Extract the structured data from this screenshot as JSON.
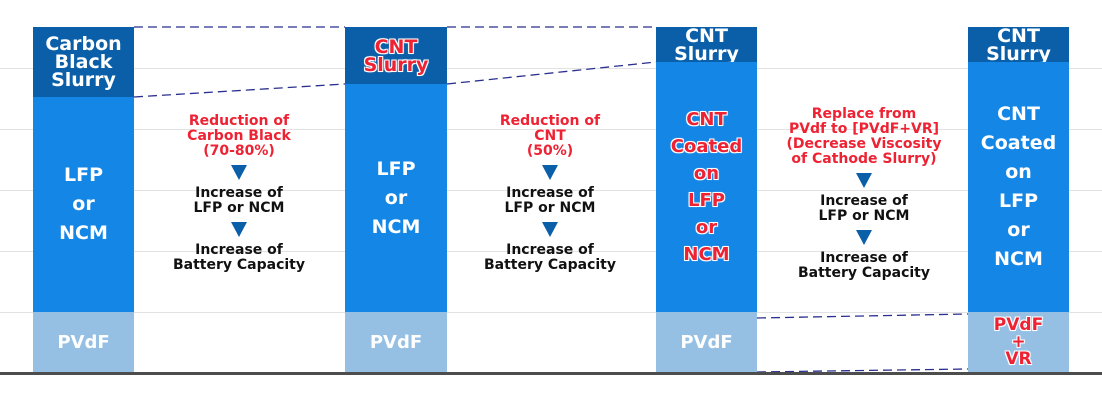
{
  "columns": [
    {
      "top": [
        "Carbon",
        "Black",
        "Slurry"
      ],
      "middle": [
        "LFP",
        "or",
        "NCM"
      ],
      "bottom": [
        "PVdF"
      ]
    },
    {
      "top": [
        "CNT",
        "Slurry"
      ],
      "middle": [
        "LFP",
        "or",
        "NCM"
      ],
      "bottom": [
        "PVdF"
      ]
    },
    {
      "top": [
        "CNT",
        "Slurry"
      ],
      "middle": [
        "CNT",
        "Coated on",
        "LFP",
        "or",
        "NCM"
      ],
      "bottom": [
        "PVdF"
      ]
    },
    {
      "top": [
        "CNT",
        "Slurry"
      ],
      "middle": [
        "CNT",
        "Coated on",
        "LFP",
        "or",
        "NCM"
      ],
      "bottom": [
        "PVdF",
        "+",
        "VR"
      ]
    }
  ],
  "annotations": [
    {
      "cause": [
        "Reduction of",
        "Carbon Black",
        "(70-80%)"
      ],
      "effect1": [
        "Increase of",
        "LFP or NCM"
      ],
      "effect2": [
        "Increase of",
        "Battery Capacity"
      ]
    },
    {
      "cause": [
        "Reduction of",
        "CNT",
        "(50%)"
      ],
      "effect1": [
        "Increase of",
        "LFP or NCM"
      ],
      "effect2": [
        "Increase of",
        "Battery Capacity"
      ]
    },
    {
      "cause": [
        "Replace from",
        "PVdf to [PVdF+VR]",
        "(Decrease Viscosity",
        "of Cathode Slurry)"
      ],
      "effect1": [
        "Increase of",
        "LFP or NCM"
      ],
      "effect2": [
        "Increase of",
        "Battery Capacity"
      ]
    }
  ],
  "colors": {
    "slurry": "#0b5fa8",
    "active": "#1486e6",
    "binder": "#95c0e4",
    "highlight": "#ee2233",
    "connector": "#2b2f8f"
  }
}
